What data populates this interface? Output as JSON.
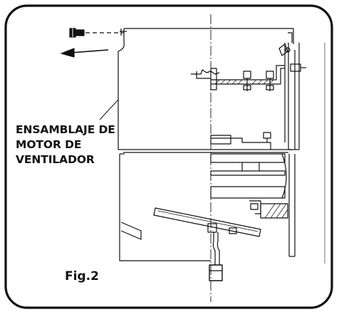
{
  "callout": {
    "line1": "ENSAMBLAJE DE",
    "line2": "MOTOR DE",
    "line3": "VENTILADOR"
  },
  "figure_label": "Fig.2",
  "colors": {
    "ink": "#111111",
    "background": "#ffffff"
  },
  "icons": [
    "screw-icon",
    "arrow-left-icon"
  ]
}
